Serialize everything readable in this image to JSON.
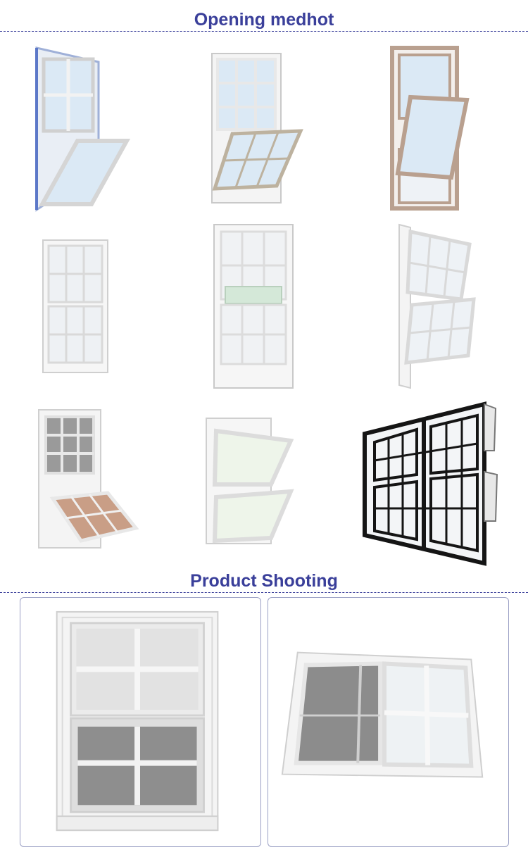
{
  "sections": {
    "opening": {
      "title": "Opening medhot"
    },
    "shooting": {
      "title": "Product Shooting"
    }
  },
  "colors": {
    "title": "#3a3f9a",
    "dash": "#3a3f9a",
    "frame_white": "#f4f4f4",
    "frame_edge": "#c9c9c9",
    "glass": "#dbe9f5",
    "beige_frame": "#b9a08f",
    "black_frame": "#151515",
    "screen_mesh": "#8a8a8a",
    "card_border": "#9a9fc4"
  },
  "gallery": [
    {
      "name": "white-tilt-window-blue-frame"
    },
    {
      "name": "white-tilt-window-grids"
    },
    {
      "name": "beige-tilt-window"
    },
    {
      "name": "white-double-hung-closed"
    },
    {
      "name": "white-double-hung-grids"
    },
    {
      "name": "white-double-tilt-open"
    },
    {
      "name": "white-window-with-screen-tilt"
    },
    {
      "name": "white-double-tilt-sashes"
    },
    {
      "name": "black-twin-tilt-window"
    }
  ],
  "photos": [
    {
      "name": "single-hung-window-with-screen"
    },
    {
      "name": "sliding-window-with-screen"
    }
  ]
}
